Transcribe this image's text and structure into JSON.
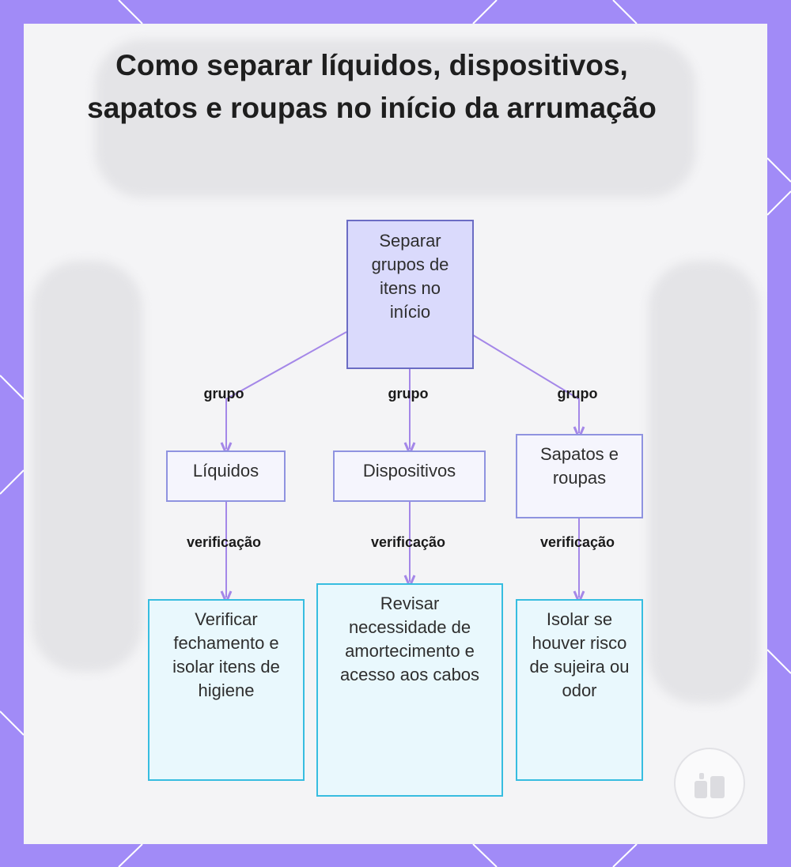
{
  "title": "Como separar líquidos, dispositivos, sapatos e roupas no início da arrumação",
  "nodes": {
    "root": "Separar grupos de itens no início",
    "liquids": "Líquidos",
    "devices": "Dispositivos",
    "shoes_clothes": "Sapatos e roupas",
    "check_liquids": "Verificar fechamento e isolar itens de higiene",
    "check_devices": "Revisar necessidade de amortecimento e acesso aos cabos",
    "check_shoes": "Isolar se houver risco de sujeira ou odor"
  },
  "edge_labels": {
    "group_left": "grupo",
    "group_center": "grupo",
    "group_right": "grupo",
    "check_left": "verificação",
    "check_center": "verificação",
    "check_right": "verificação"
  },
  "colors": {
    "frame": "#a18bf7",
    "root_fill": "#dadafc",
    "root_border": "#6b6cc4",
    "group_border": "#8f93e0",
    "check_border": "#37bde0",
    "edge": "#a487e8"
  }
}
